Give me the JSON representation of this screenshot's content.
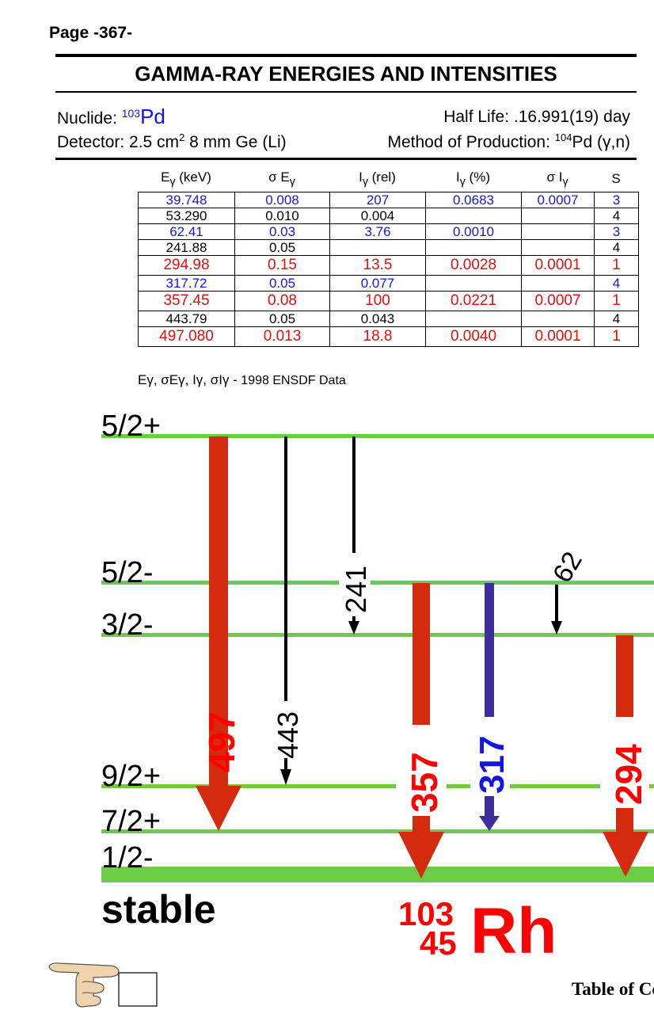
{
  "page_label": "Page -367-",
  "title": "GAMMA-RAY ENERGIES AND INTENSITIES",
  "nuclide": {
    "label": "Nuclide: ",
    "mass": "103",
    "symbol": "Pd"
  },
  "half_life": "Half Life: .16.991(19) day",
  "detector": {
    "pre": "Detector: 2.5 cm",
    "sup": "2",
    "post": " 8 mm Ge (Li)"
  },
  "production": {
    "pre": "Method of Production: ",
    "sup": "104",
    "post": "Pd (γ,n)"
  },
  "headers": {
    "e": "E",
    "e_sub": "γ",
    "e_unit": " (keV)",
    "se": "σ E",
    "se_sub": "γ",
    "irel": "I",
    "irel_sub": "γ",
    "irel_unit": " (rel)",
    "ipct": "I",
    "ipct_sub": "γ",
    "ipct_unit": " (%)",
    "si": "σ I",
    "si_sub": "γ",
    "s": "S"
  },
  "rows": [
    {
      "e": "39.748",
      "se": "0.008",
      "irel": "207",
      "ipct": "0.0683",
      "si": "0.0007",
      "s": "3",
      "color": "blue"
    },
    {
      "e": "53.290",
      "se": "0.010",
      "irel": "0.004",
      "ipct": "",
      "si": "",
      "s": "4",
      "color": "black"
    },
    {
      "e": "62.41",
      "se": "0.03",
      "irel": "3.76",
      "ipct": "0.0010",
      "si": "",
      "s": "3",
      "color": "blue"
    },
    {
      "e": "241.88",
      "se": "0.05",
      "irel": "",
      "ipct": "",
      "si": "",
      "s": "4",
      "color": "black"
    },
    {
      "e": "294.98",
      "se": "0.15",
      "irel": "13.5",
      "ipct": "0.0028",
      "si": "0.0001",
      "s": "1",
      "color": "red"
    },
    {
      "e": "317.72",
      "se": "0.05",
      "irel": "0.077",
      "ipct": "",
      "si": "",
      "s": "4",
      "color": "blue"
    },
    {
      "e": "357.45",
      "se": "0.08",
      "irel": "100",
      "ipct": "0.0221",
      "si": "0.0007",
      "s": "1",
      "color": "red"
    },
    {
      "e": "443.79",
      "se": "0.05",
      "irel": "0.043",
      "ipct": "",
      "si": "",
      "s": "4",
      "color": "black"
    },
    {
      "e": "497.080",
      "se": "0.013",
      "irel": "18.8",
      "ipct": "0.0040",
      "si": "0.0001",
      "s": "1",
      "color": "red"
    }
  ],
  "source_note": {
    "symbols": "Eγ, σEγ, Iγ, σIγ -",
    "text": " 1998 ENSDF Data"
  },
  "levels": [
    "5/2+",
    "5/2-",
    "3/2-",
    "9/2+",
    "7/2+",
    "1/2-"
  ],
  "stable_label": "stable",
  "daughter": {
    "mass": "103",
    "z": "45",
    "symbol": "Rh"
  },
  "transitions": {
    "t497": "497",
    "t443": "443",
    "t241": "241",
    "t357": "357",
    "t317": "317",
    "t62": "62",
    "t294": "294"
  },
  "footer_link": "Table of Contents",
  "colors": {
    "red": "#d42a0e",
    "blue": "#1515e0",
    "purple": "#3f2d99",
    "green": "#6dcc45",
    "text_red": "#ff0000"
  }
}
